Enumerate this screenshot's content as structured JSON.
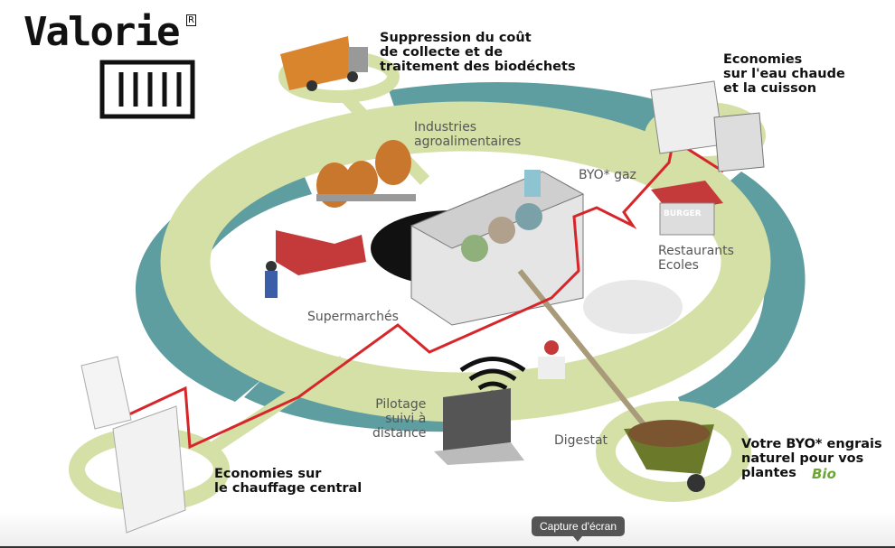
{
  "logo": {
    "name": "Valorie",
    "registered": "R"
  },
  "labels": {
    "collection": "Suppression du coût\nde collecte et de\ntraitement des biodéchets",
    "industries": "Industries\nagroalimentaires",
    "water": "Economies\nsur l'eau chaude\net la cuisson",
    "gas": "BYO* gaz",
    "restaurants": "Restaurants\nEcoles",
    "burger_sign": "BURGER",
    "supermarkets": "Supermarchés",
    "remote": "Pilotage\nsuivi à\ndistance",
    "digestate": "Digestat",
    "fertilizer": "Votre BYO* engrais\nnaturel pour vos\nplantes",
    "bio": "Bio",
    "heating": "Economies sur\nle chauffage central"
  },
  "tooltip": "Capture d'écran",
  "colors": {
    "teal": "#5f9ea0",
    "green": "#d5e0a6",
    "red": "#d6262a",
    "orange": "#d9852e"
  }
}
